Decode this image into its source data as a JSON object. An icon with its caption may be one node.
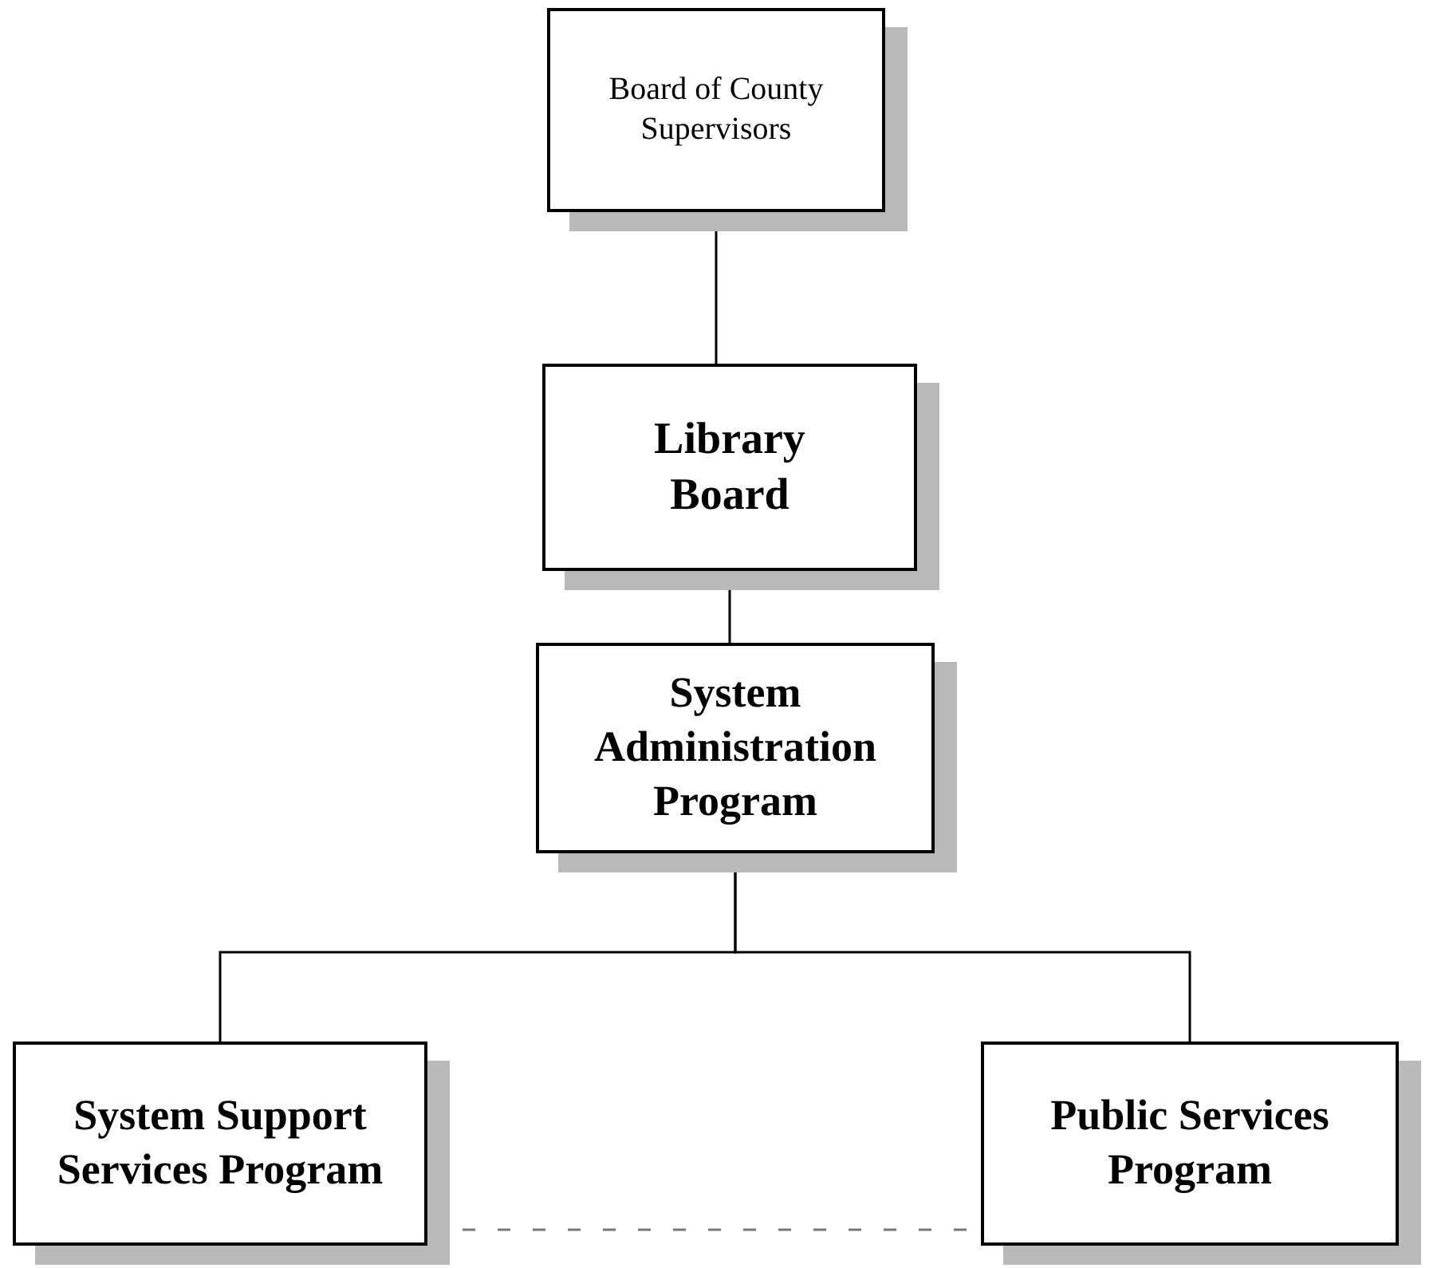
{
  "diagram": {
    "nodes": [
      {
        "text": [
          "Board of County Supervisors"
        ]
      },
      {
        "text": [
          "Library Board"
        ]
      },
      {
        "text": [
          "System Administration Program"
        ]
      },
      {
        "text": [
          "System Support Services Program"
        ]
      },
      {
        "text": [
          "Public Services Program"
        ]
      }
    ],
    "edges": [
      {
        "from": 0,
        "to": 1,
        "arrow": "none"
      },
      {
        "from": 1,
        "to": 2,
        "arrow": "none"
      },
      {
        "from": 2,
        "to": 3,
        "arrow": "none"
      },
      {
        "from": 2,
        "to": 4,
        "arrow": "none"
      },
      {
        "from": 3,
        "to": 4,
        "arrow": "none",
        "style": "dashed",
        "color": "#777777"
      }
    ]
  }
}
